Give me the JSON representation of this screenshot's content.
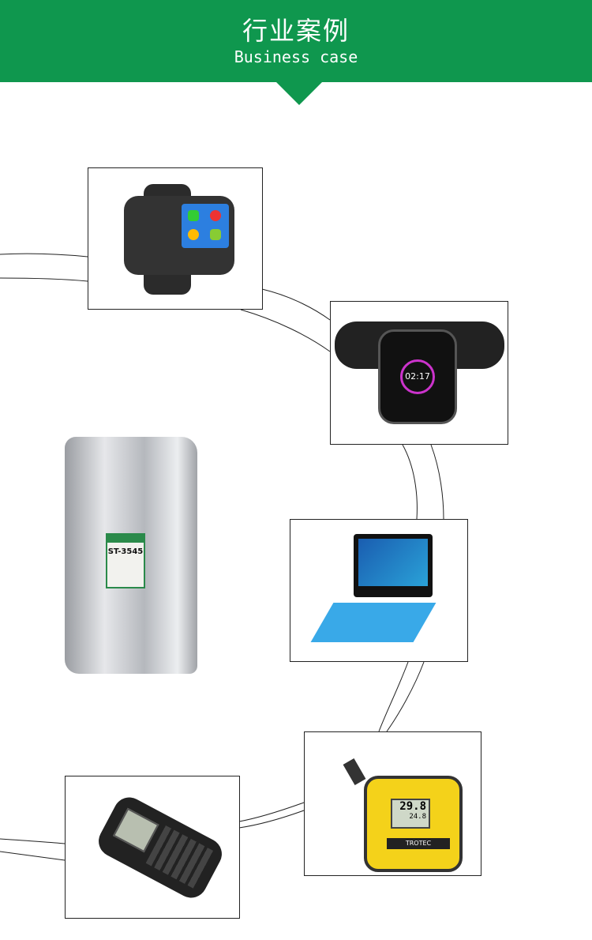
{
  "header": {
    "title": "行业案例",
    "subtitle": "Business case",
    "color": "#0f974e"
  },
  "cases": [
    {
      "name": "smartwatch-android"
    },
    {
      "name": "smartwatch-square",
      "screen_time": "02:17"
    },
    {
      "name": "tablet"
    },
    {
      "name": "sealant-pouch",
      "label": "ST-3545"
    },
    {
      "name": "thermo-hygrometer",
      "reading_top": "29.8",
      "reading_bottom": "24.8",
      "brand": "TROTEC"
    },
    {
      "name": "handheld-scanner"
    }
  ]
}
